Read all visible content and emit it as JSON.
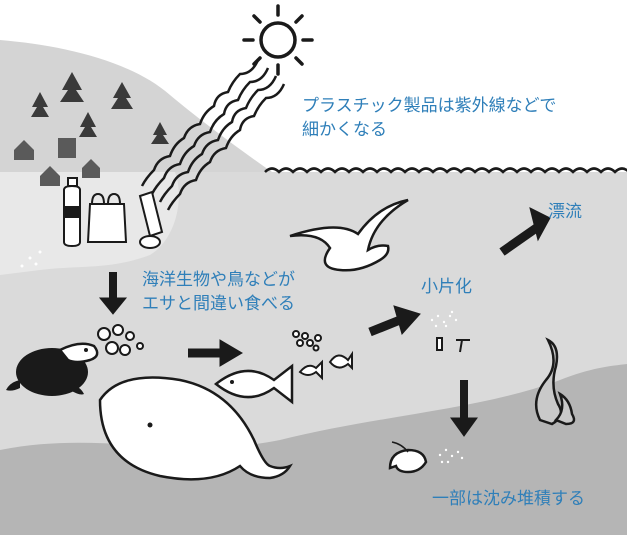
{
  "labels": {
    "uv_degradation_line1": "プラスチック製品は紫外線などで",
    "uv_degradation_line2": "細かくなる",
    "drift": "漂流",
    "ingestion_line1": "海洋生物や鳥などが",
    "ingestion_line2": "エサと間違い食べる",
    "fragmentation": "小片化",
    "sediment": "一部は沈み堆積する"
  },
  "colors": {
    "sky": "#ffffff",
    "hill": "#d9d9d9",
    "beach": "#e6e6e6",
    "sea": "#dadada",
    "seabed": "#b5b5b5",
    "ink": "#1a1a1a",
    "label_text": "#2f7fb9"
  },
  "icons": [
    "sun-icon",
    "uv-ray-icon",
    "tree-icon",
    "house-icon",
    "plastic-bottle-icon",
    "plastic-bag-icon",
    "plastic-tube-icon",
    "seagull-icon",
    "sea-turtle-icon",
    "whale-icon",
    "fish-icon",
    "shrimp-icon",
    "seaweed-icon",
    "arrow-icon",
    "microplastic-particles-icon"
  ]
}
